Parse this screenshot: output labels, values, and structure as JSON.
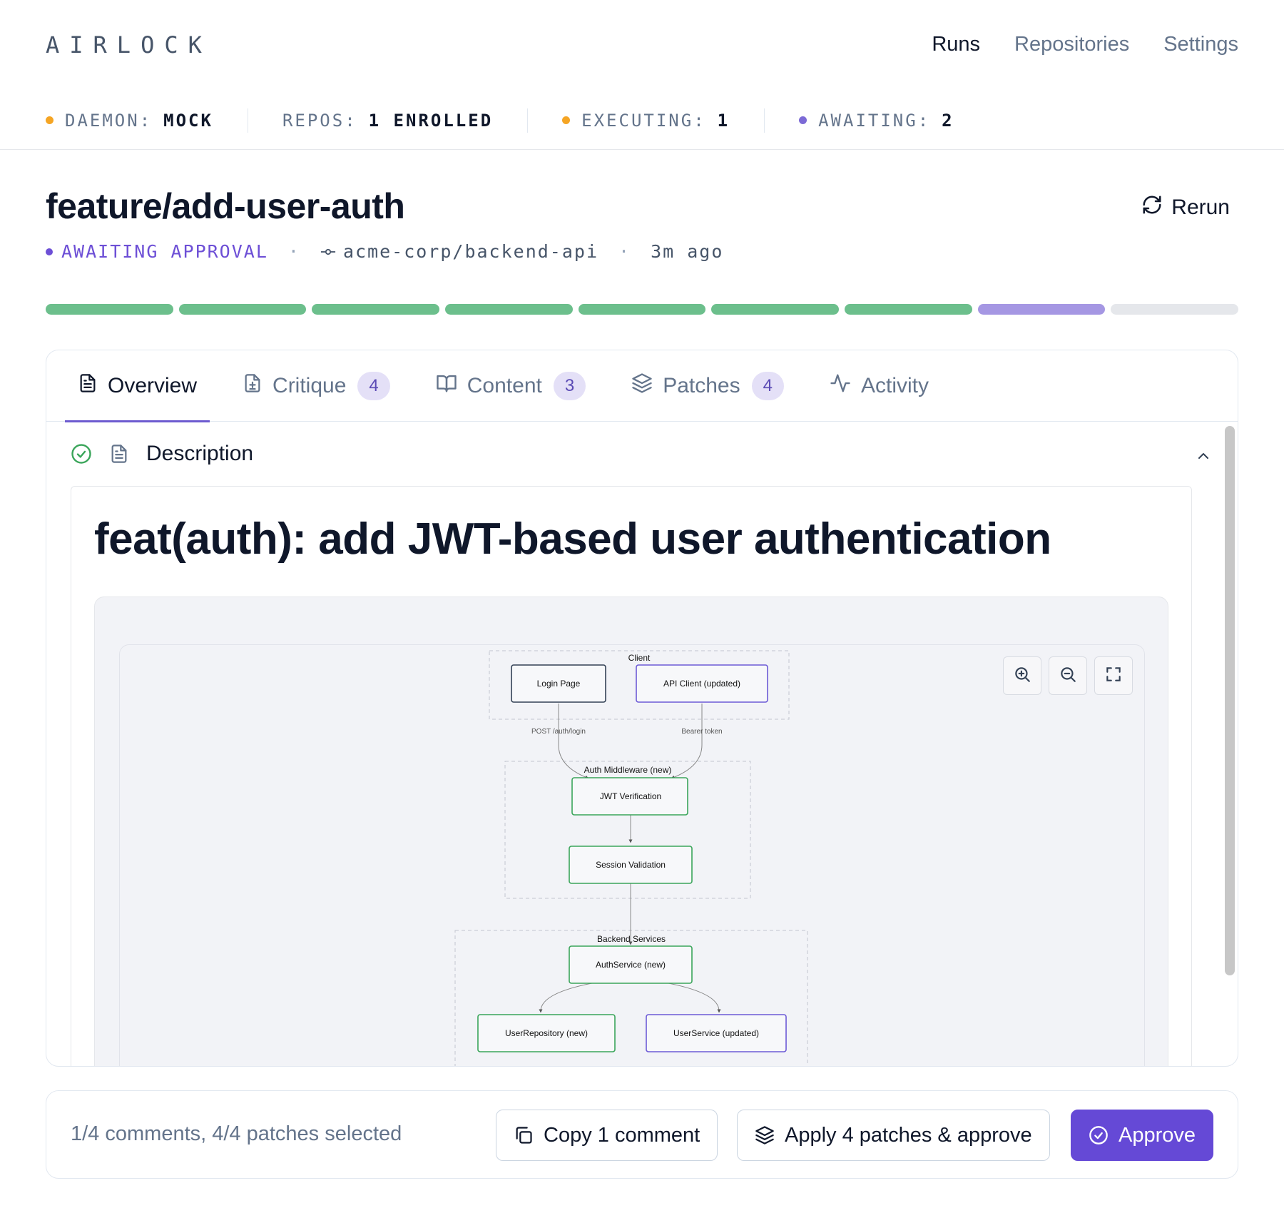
{
  "app": {
    "logo": "AIRLOCK"
  },
  "nav": {
    "runs": "Runs",
    "repositories": "Repositories",
    "settings": "Settings"
  },
  "status": {
    "daemon": {
      "label": "DAEMON:",
      "value": "MOCK",
      "color": "#f5a524"
    },
    "repos": {
      "label": "REPOS:",
      "value": "1 ENROLLED"
    },
    "executing": {
      "label": "EXECUTING:",
      "value": "1",
      "color": "#f5a524"
    },
    "awaiting": {
      "label": "AWAITING:",
      "value": "2",
      "color": "#7c6ad6"
    }
  },
  "run": {
    "title": "feature/add-user-auth",
    "rerun_label": "Rerun",
    "status": "AWAITING APPROVAL",
    "status_color": "#6d4fd6",
    "repo": "acme-corp/backend-api",
    "time": "3m ago"
  },
  "progress": {
    "total_steps": 9,
    "completed_steps": 7,
    "current_step": 8,
    "colors": {
      "done": "#6cbf8c",
      "current": "#a597e3",
      "pending": "#e5e7eb"
    }
  },
  "tabs": [
    {
      "label": "Overview",
      "icon": "file-text-icon",
      "active": true
    },
    {
      "label": "Critique",
      "icon": "file-plus-icon",
      "count": "4"
    },
    {
      "label": "Content",
      "icon": "book-icon",
      "count": "3"
    },
    {
      "label": "Patches",
      "icon": "layers-icon",
      "count": "4"
    },
    {
      "label": "Activity",
      "icon": "activity-icon"
    }
  ],
  "description": {
    "section_label": "Description",
    "heading": "feat(auth): add JWT-based user authentication",
    "diagram": {
      "groups": [
        "Client",
        "Auth Middleware (new)",
        "Backend Services"
      ],
      "nodes": {
        "login_page": "Login Page",
        "api_client": "API Client (updated)",
        "jwt_verification": "JWT Verification",
        "session_validation": "Session Validation",
        "auth_service": "AuthService (new)",
        "user_repository": "UserRepository (new)",
        "user_service": "UserService (updated)"
      },
      "edge_labels": {
        "post_login": "POST /auth/login",
        "bearer": "Bearer token"
      },
      "colors": {
        "new": "#3aa55a",
        "updated": "#6c5ad6",
        "existing": "#334155"
      }
    }
  },
  "footer": {
    "selection": "1/4 comments, 4/4 patches selected",
    "copy_label": "Copy 1 comment",
    "apply_label": "Apply 4 patches & approve",
    "approve_label": "Approve"
  }
}
